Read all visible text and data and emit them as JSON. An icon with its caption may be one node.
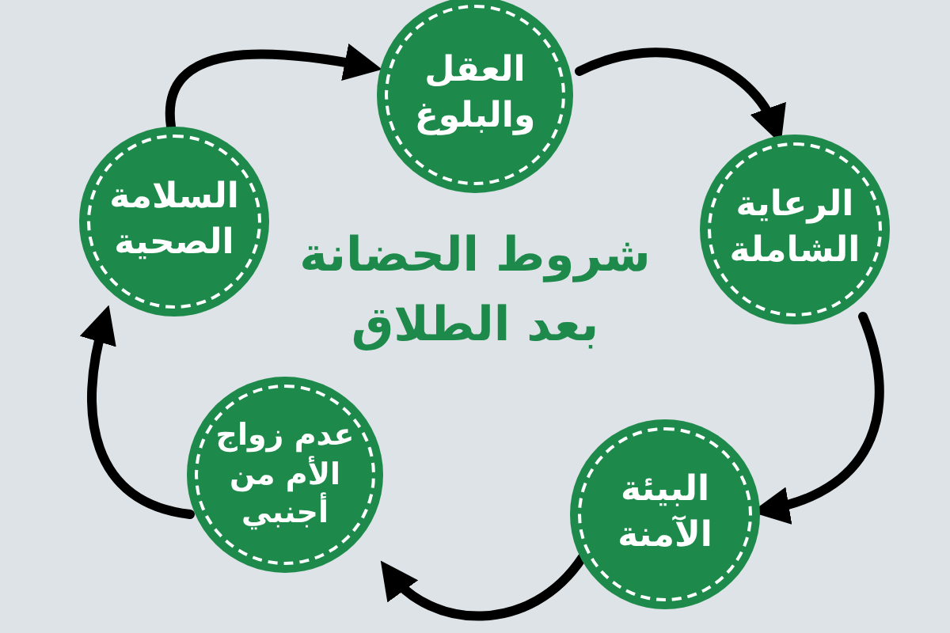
{
  "diagram": {
    "title": "شروط الحضانة بعد الطلاق",
    "nodes": [
      {
        "text": [
          "العقل والبلوغ"
        ]
      },
      {
        "text": [
          "الرعاية الشاملة"
        ]
      },
      {
        "text": [
          "السلامة الصحية"
        ]
      },
      {
        "text": [
          "البيئة الآمنة"
        ]
      },
      {
        "text": [
          "عدم زواج الأم من أجنبي"
        ]
      }
    ],
    "edges": [
      {
        "from": 2,
        "to": 0,
        "arrow": "to"
      },
      {
        "from": 0,
        "to": 1,
        "arrow": "to"
      },
      {
        "from": 1,
        "to": 3,
        "arrow": "to"
      },
      {
        "from": 3,
        "to": 4,
        "arrow": "to"
      },
      {
        "from": 4,
        "to": 2,
        "arrow": "to"
      }
    ]
  }
}
